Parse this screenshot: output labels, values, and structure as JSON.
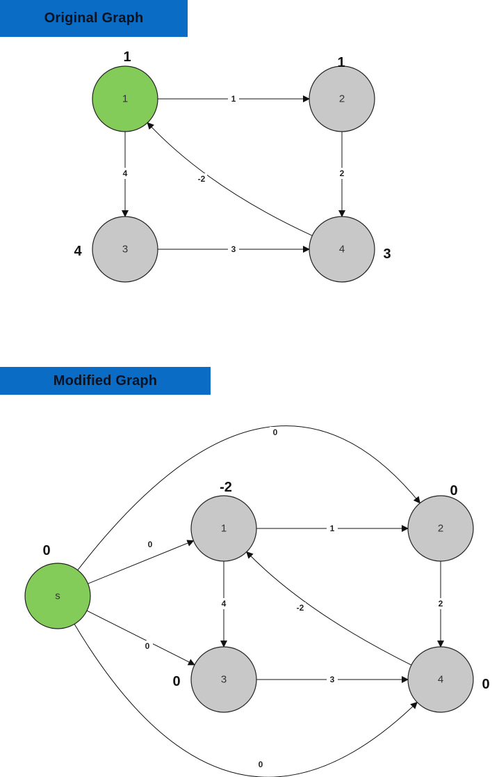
{
  "colors": {
    "banner": "#0a6cc4",
    "source_node": "#84cc5a",
    "plain_node": "#c8c8c8"
  },
  "original": {
    "title": "Original Graph",
    "nodes": [
      {
        "id": "1",
        "label": "1",
        "potential": "1",
        "source": true
      },
      {
        "id": "2",
        "label": "2",
        "potential": "1",
        "source": false
      },
      {
        "id": "3",
        "label": "3",
        "potential": "4",
        "source": false
      },
      {
        "id": "4",
        "label": "4",
        "potential": "3",
        "source": false
      }
    ],
    "edges": [
      {
        "from": "1",
        "to": "2",
        "weight": "1"
      },
      {
        "from": "1",
        "to": "3",
        "weight": "4"
      },
      {
        "from": "2",
        "to": "4",
        "weight": "2"
      },
      {
        "from": "3",
        "to": "4",
        "weight": "3"
      },
      {
        "from": "4",
        "to": "1",
        "weight": "-2"
      }
    ]
  },
  "modified": {
    "title": "Modified Graph",
    "nodes": [
      {
        "id": "s",
        "label": "s",
        "potential": "0",
        "source": true
      },
      {
        "id": "1",
        "label": "1",
        "potential": "-2",
        "source": false
      },
      {
        "id": "2",
        "label": "2",
        "potential": "0",
        "source": false
      },
      {
        "id": "3",
        "label": "3",
        "potential": "0",
        "source": false
      },
      {
        "id": "4",
        "label": "4",
        "potential": "0",
        "source": false
      }
    ],
    "edges": [
      {
        "from": "s",
        "to": "1",
        "weight": "0"
      },
      {
        "from": "s",
        "to": "3",
        "weight": "0"
      },
      {
        "from": "s",
        "to": "2",
        "weight": "0"
      },
      {
        "from": "s",
        "to": "4",
        "weight": "0"
      },
      {
        "from": "1",
        "to": "2",
        "weight": "1"
      },
      {
        "from": "1",
        "to": "3",
        "weight": "4"
      },
      {
        "from": "2",
        "to": "4",
        "weight": "2"
      },
      {
        "from": "3",
        "to": "4",
        "weight": "3"
      },
      {
        "from": "4",
        "to": "1",
        "weight": "-2"
      }
    ]
  }
}
